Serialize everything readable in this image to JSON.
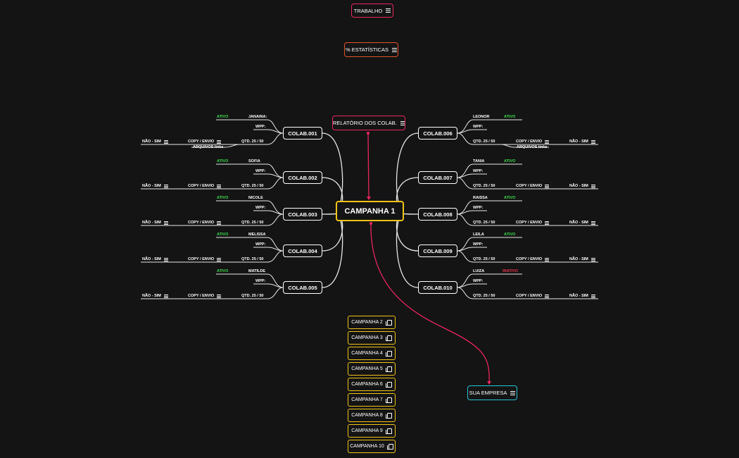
{
  "top_nodes": {
    "trabalho": "TRABALHO",
    "estatisticas": "% ESTATÍSTICAS",
    "relatorio": "RELATÓRIO DOS COLAB.",
    "central": "CAMPANHA 1",
    "sua_empresa": "SUA EMPRESA"
  },
  "colors": {
    "background": "#141414",
    "central": "#f0c419",
    "pink": "#e8265e",
    "orange": "#e2532a",
    "cyan": "#29c4d6",
    "ativo": "#3ddc4c",
    "inativo": "#e8344a"
  },
  "left_colabs": [
    {
      "title": "COLAB.001",
      "name": "JANAINA:",
      "status": "ATIVO",
      "wpp": "WPP:",
      "qtd": "QTD. 25 / 50",
      "copy": "COPY / ENVIO",
      "nao_sim": "NÃO - SIM",
      "arquivos": "ARQUIVOS links"
    },
    {
      "title": "COLAB.002",
      "name": "SOFIA",
      "status": "ATIVO",
      "wpp": "WPP:",
      "qtd": "QTD. 25 / 50",
      "copy": "COPY / ENVIO",
      "nao_sim": "NÃO - SIM"
    },
    {
      "title": "COLAB.003",
      "name": "NICOLE",
      "status": "ATIVO",
      "wpp": "WPP:",
      "qtd": "QTD. 25 / 50",
      "copy": "COPY / ENVIO",
      "nao_sim": "NÃO - SIM"
    },
    {
      "title": "COLAB.004",
      "name": "MELISSA",
      "status": "ATIVO",
      "wpp": "WPP:",
      "qtd": "QTD. 25 / 50",
      "copy": "COPY / ENVIO",
      "nao_sim": "NÃO - SIM"
    },
    {
      "title": "COLAB.005",
      "name": "MATILDE",
      "status": "ATIVO",
      "wpp": "WPP:",
      "qtd": "QTD. 25 / 50",
      "copy": "COPY / ENVIO",
      "nao_sim": "NÃO - SIM"
    }
  ],
  "right_colabs": [
    {
      "title": "COLAB.006",
      "name": "LEONOR",
      "status": "ATIVO",
      "wpp": "WPP:",
      "qtd": "QTD. 25 / 50",
      "copy": "COPY / ENVIO",
      "nao_sim": "NÃO - SIM",
      "arquivos": "ARQUIVOS links"
    },
    {
      "title": "COLAB.007",
      "name": "TANIA",
      "status": "ATIVO",
      "wpp": "WPP:",
      "qtd": "QTD. 25 / 50",
      "copy": "COPY / ENVIO",
      "nao_sim": "NÃO - SIM"
    },
    {
      "title": "COLAB.008",
      "name": "RAISSA",
      "status": "ATIVO",
      "wpp": "WPP:",
      "qtd": "QTD. 25 / 50",
      "copy": "COPY / ENVIO",
      "nao_sim": "NÃO - SIM"
    },
    {
      "title": "COLAB.009",
      "name": "LEILA",
      "status": "ATIVO",
      "wpp": "WPP:",
      "qtd": "QTD. 25 / 50",
      "copy": "COPY / ENVIO",
      "nao_sim": "NÃO - SIM"
    },
    {
      "title": "COLAB.010",
      "name": "LUIZA",
      "status": "INATIVO",
      "wpp": "WPP:",
      "qtd": "QTD. 25 / 50",
      "copy": "COPY / ENVIO",
      "nao_sim": "NÃO - SIM"
    }
  ],
  "campaigns": [
    "CAMPANHA 2",
    "CAMPANHA 3",
    "CAMPANHA 4",
    "CAMPANHA 5",
    "CAMPANHA 6",
    "CAMPANHA 7",
    "CAMPANHA 8",
    "CAMPANHA 9",
    "CAMPANHA 10"
  ],
  "icons": {
    "notes": "notes-lines-icon",
    "linked": "linked-sheet-icon"
  }
}
